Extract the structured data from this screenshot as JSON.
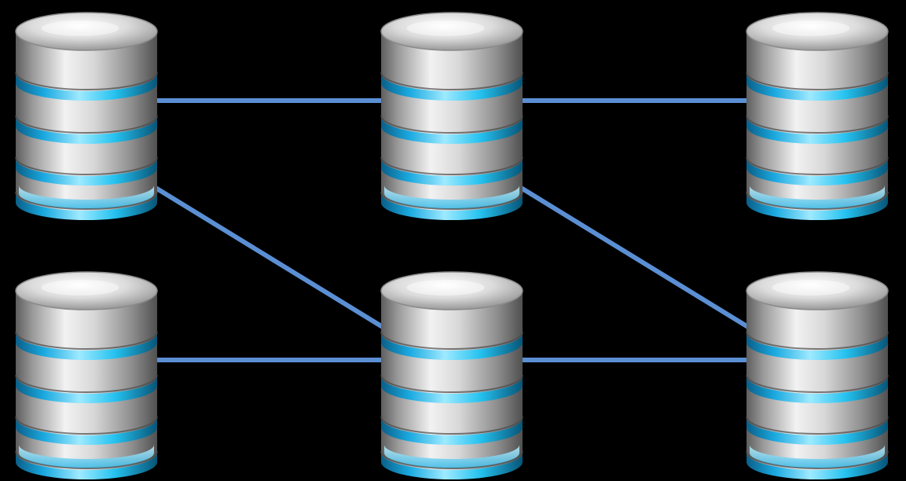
{
  "colors": {
    "background": "#000000",
    "connector": "#5b8fd4",
    "accent_ring": "#25c2f0",
    "accent_ring_light": "#8fe6ff",
    "metal_light": "#f4f4f4",
    "metal_mid": "#b8b8b8",
    "metal_dark": "#6e6e6e"
  },
  "nodes": [
    {
      "id": "db-top-left",
      "icon": "database-icon",
      "row": "top",
      "column": "left"
    },
    {
      "id": "db-top-center",
      "icon": "database-icon",
      "row": "top",
      "column": "center"
    },
    {
      "id": "db-top-right",
      "icon": "database-icon",
      "row": "top",
      "column": "right"
    },
    {
      "id": "db-bottom-left",
      "icon": "database-icon",
      "row": "bottom",
      "column": "left"
    },
    {
      "id": "db-bottom-center",
      "icon": "database-icon",
      "row": "bottom",
      "column": "center"
    },
    {
      "id": "db-bottom-right",
      "icon": "database-icon",
      "row": "bottom",
      "column": "right"
    }
  ],
  "edges": [
    {
      "from": "db-top-left",
      "to": "db-top-center"
    },
    {
      "from": "db-top-center",
      "to": "db-top-right"
    },
    {
      "from": "db-top-left",
      "to": "db-bottom-center"
    },
    {
      "from": "db-top-center",
      "to": "db-bottom-right"
    },
    {
      "from": "db-bottom-left",
      "to": "db-bottom-center"
    },
    {
      "from": "db-bottom-center",
      "to": "db-bottom-right"
    }
  ]
}
